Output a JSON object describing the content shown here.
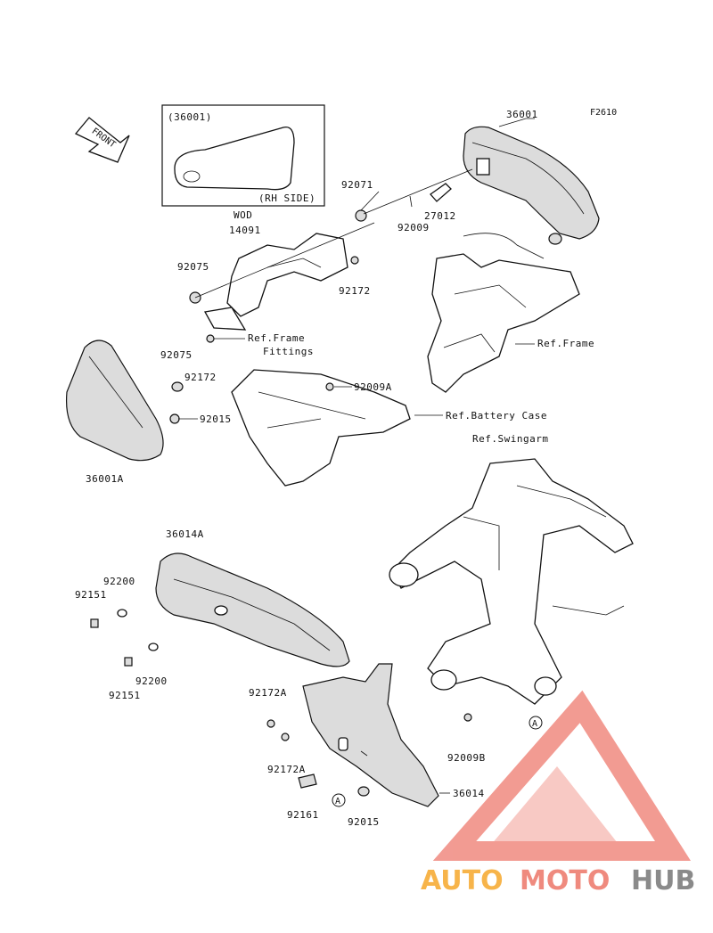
{
  "figure_code": "F2610",
  "front_arrow_text": "FRONT",
  "inset": {
    "part": "(36001)",
    "side": "(RH SIDE)"
  },
  "note_wod": "WOD",
  "labels": {
    "p36001": "36001",
    "p92071": "92071",
    "p27012": "27012",
    "p92009": "92009",
    "p92075_r": "92075",
    "p14091": "14091",
    "p92075_l": "92075",
    "p92172_top": "92172",
    "ref_frame_fittings_1": "Ref.Frame",
    "ref_frame_fittings_2": "Fittings",
    "ref_frame": "Ref.Frame",
    "p92075_m": "92075",
    "p92172_m": "92172",
    "p92009A": "92009A",
    "p92015_top": "92015",
    "ref_battery_case": "Ref.Battery Case",
    "p36001A": "36001A",
    "ref_swingarm": "Ref.Swingarm",
    "p36014A": "36014A",
    "p92200_a": "92200",
    "p92151_a": "92151",
    "p92200_b": "92200",
    "p92151_b": "92151",
    "p92172A_a": "92172A",
    "p92172A_b": "92172A",
    "p92009B": "92009B",
    "p36014": "36014",
    "p92161": "92161",
    "p92015_bot": "92015",
    "ref_A_1": "A",
    "ref_A_2": "A"
  },
  "watermark": {
    "part1": "AUTO",
    "part2": "MOTO",
    "part3": "HUB",
    "color1": "#f7b44a",
    "color2": "#ef8a7e",
    "color3": "#8a8a8a",
    "logo_color": "#f08a80"
  }
}
